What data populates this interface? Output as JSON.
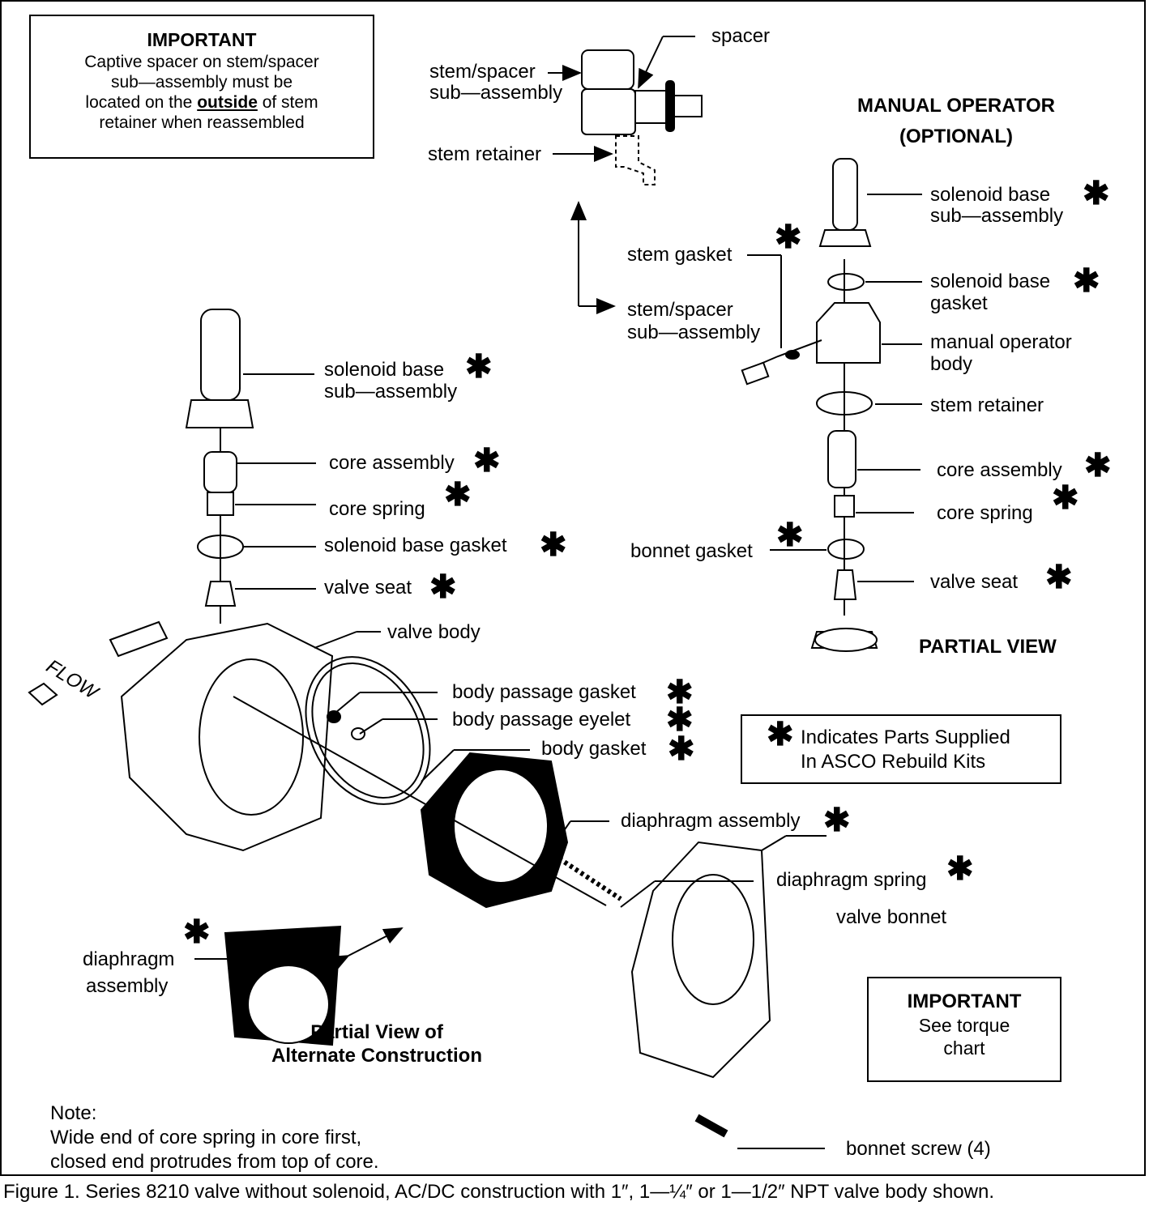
{
  "important_box_top": {
    "title": "IMPORTANT",
    "line1": "Captive spacer on stem/spacer",
    "line2": "sub—assembly must be",
    "line3_pre": "located on the ",
    "line3_em": "outside",
    "line3_post": " of stem",
    "line4": "retainer when reassembled"
  },
  "detail_inset": {
    "spacer": "spacer",
    "stem_spacer_1": "stem/spacer",
    "stem_spacer_2": "sub—assembly",
    "stem_retainer": "stem retainer"
  },
  "manual_operator": {
    "title1": "MANUAL OPERATOR",
    "title2": "(OPTIONAL)",
    "solenoid_base_1": "solenoid base",
    "solenoid_base_2": "sub—assembly",
    "stem_gasket": "stem gasket",
    "solenoid_base_gasket_1": "solenoid base",
    "solenoid_base_gasket_2": "gasket",
    "stem_spacer_1": "stem/spacer",
    "stem_spacer_2": "sub—assembly",
    "manual_operator_body_1": "manual operator",
    "manual_operator_body_2": "body",
    "stem_retainer": "stem retainer",
    "core_assembly": "core assembly",
    "core_spring": "core spring",
    "bonnet_gasket": "bonnet gasket",
    "valve_seat": "valve seat",
    "partial_view": "PARTIAL VIEW"
  },
  "main_parts": {
    "solenoid_base_1": "solenoid base",
    "solenoid_base_2": "sub—assembly",
    "core_assembly": "core assembly",
    "core_spring": "core spring",
    "solenoid_base_gasket": "solenoid base gasket",
    "valve_seat": "valve seat",
    "valve_body": "valve body",
    "flow": "FLOW",
    "body_passage_gasket": "body passage gasket",
    "body_passage_eyelet": "body passage eyelet",
    "body_gasket": "body gasket",
    "diaphragm_assembly": "diaphragm assembly",
    "diaphragm_spring": "diaphragm spring",
    "valve_bonnet": "valve bonnet",
    "diaphragm_alt_1": "diaphragm",
    "diaphragm_alt_2": "assembly",
    "partial_alt_1": "Partial View of",
    "partial_alt_2": "Alternate Construction",
    "bonnet_screw": "bonnet screw (4)"
  },
  "legend_box": {
    "star": "✱",
    "line1": "Indicates Parts Supplied",
    "line2": "In ASCO Rebuild Kits"
  },
  "important_box_torque": {
    "title": "IMPORTANT",
    "line1": "See torque",
    "line2": "chart"
  },
  "note": {
    "title": "Note:",
    "line1": "Wide end of core spring in core first,",
    "line2": "closed end protrudes from top of core."
  },
  "caption": "Figure 1.  Series 8210 valve without solenoid, AC/DC construction with 1″, 1—¼″ or 1—1/2″ NPT valve body shown.",
  "star_glyph": "✱"
}
